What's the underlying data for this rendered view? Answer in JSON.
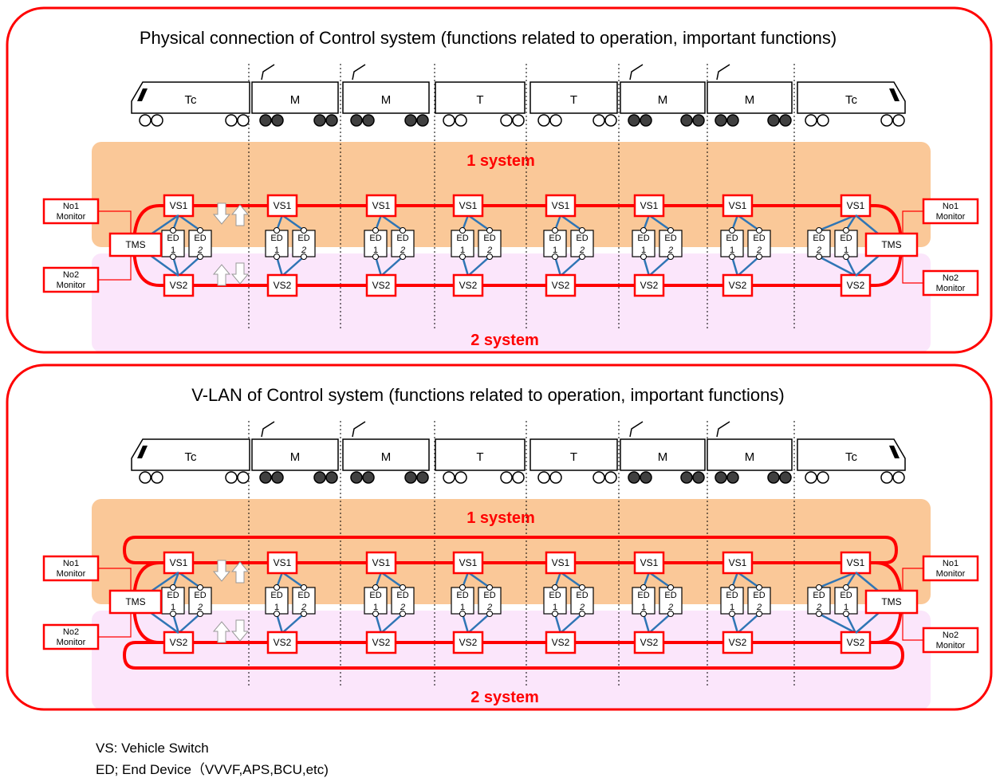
{
  "panels": [
    {
      "title": "Physical connection of Control system (functions related to operation, important functions)",
      "system1_label": "1 system",
      "system2_label": "2 system",
      "mode": "physical"
    },
    {
      "title": "V-LAN of Control system (functions related to operation, important functions)",
      "system1_label": "1 system",
      "system2_label": "2 system",
      "mode": "vlan"
    }
  ],
  "cars": [
    "Tc",
    "M",
    "M",
    "T",
    "T",
    "M",
    "M",
    "Tc"
  ],
  "labels": {
    "vs1": "VS1",
    "vs2": "VS2",
    "ed": "ED",
    "ed_num1": "1",
    "ed_num2": "2",
    "tms": "TMS",
    "no1": "No1",
    "no2": "No2",
    "monitor": "Monitor"
  },
  "colors": {
    "frame": "#ff0000",
    "system1_band": "#fac898",
    "system2_band": "#fbe6fb",
    "link": "#2f75b5",
    "ring": "#ff0000"
  },
  "legend": [
    "VS: Vehicle Switch",
    "ED; End Device（VVVF,APS,BCU,etc)"
  ]
}
